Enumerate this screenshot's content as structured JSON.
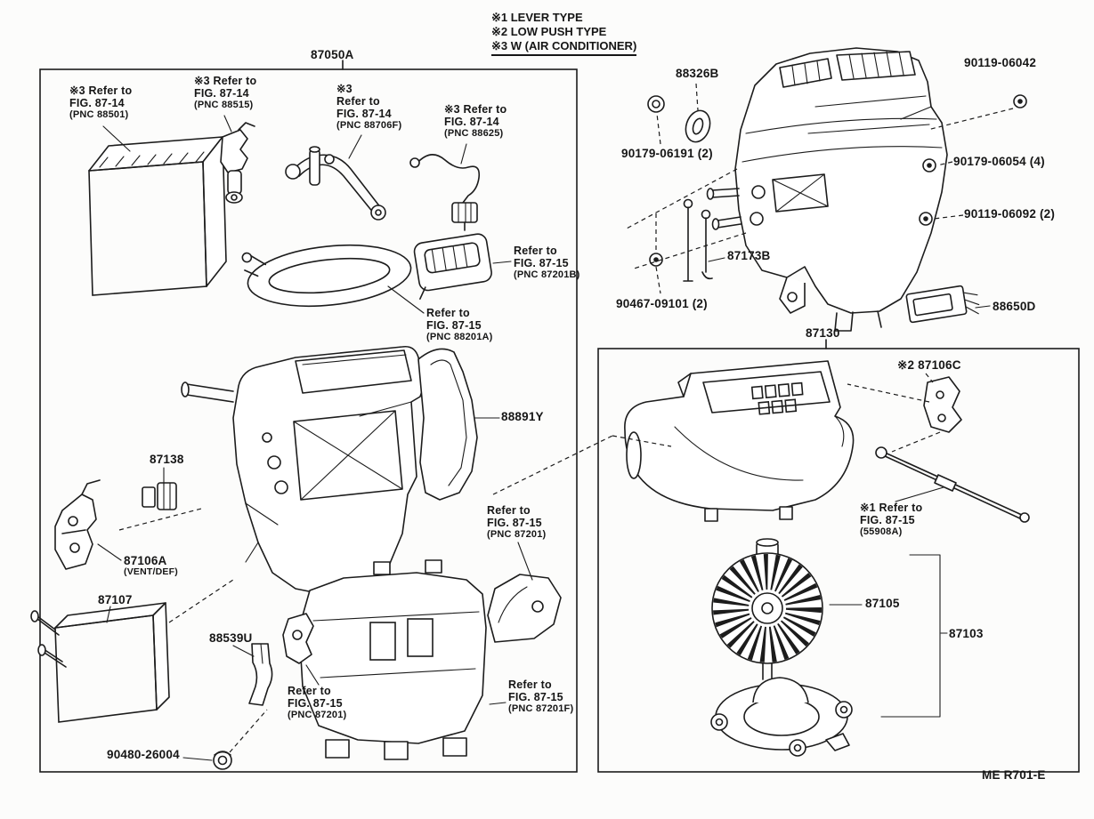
{
  "legend": {
    "item1": "※1 LEVER TYPE",
    "item2": "※2 LOW PUSH TYPE",
    "item3": "※3 W (AIR CONDITIONER)"
  },
  "boxes": {
    "left_assembly": "87050A",
    "right_assembly": "87130"
  },
  "footer": {
    "code": "ME R701-E"
  },
  "callouts": {
    "ref_88501": {
      "line1": "※3 Refer to",
      "line2": "FIG. 87-14",
      "line3": "(PNC 88501)"
    },
    "ref_88515": {
      "line1": "※3 Refer to",
      "line2": "FIG. 87-14",
      "line3": "(PNC 88515)"
    },
    "ref_88706F": {
      "line1": "※3",
      "line2": "Refer to",
      "line3": "FIG. 87-14",
      "line4": "(PNC 88706F)"
    },
    "ref_88625": {
      "line1": "※3 Refer to",
      "line2": "FIG. 87-14",
      "line3": "(PNC 88625)"
    },
    "ref_87201B": {
      "line1": "Refer to",
      "line2": "FIG. 87-15",
      "line3": "(PNC 87201B)"
    },
    "ref_88201A": {
      "line1": "Refer to",
      "line2": "FIG. 87-15",
      "line3": "(PNC 88201A)"
    },
    "part_88891Y": {
      "text": "88891Y"
    },
    "part_87138": {
      "text": "87138"
    },
    "part_87106A": {
      "line1": "87106A",
      "line2": "(VENT/DEF)"
    },
    "part_87107": {
      "text": "87107"
    },
    "part_88539U": {
      "text": "88539U"
    },
    "ref_87201_mid": {
      "line1": "Refer to",
      "line2": "FIG. 87-15",
      "line3": "(PNC 87201)"
    },
    "ref_87201_bottom": {
      "line1": "Refer to",
      "line2": "FIG. 87-15",
      "line3": "(PNC 87201)"
    },
    "ref_87201F": {
      "line1": "Refer to",
      "line2": "FIG. 87-15",
      "line3": "(PNC 87201F)"
    },
    "part_90480_26004": {
      "text": "90480-26004"
    },
    "part_88326B": {
      "text": "88326B"
    },
    "part_90119_06042": {
      "text": "90119-06042"
    },
    "part_90179_06191": {
      "text": "90179-06191 (2)"
    },
    "part_90179_06054": {
      "text": "90179-06054 (4)"
    },
    "part_90119_06092": {
      "text": "90119-06092 (2)"
    },
    "part_87173B": {
      "text": "87173B"
    },
    "part_90467_09101": {
      "text": "90467-09101 (2)"
    },
    "part_88650D": {
      "text": "88650D"
    },
    "part_87106C": {
      "text": "※2 87106C"
    },
    "ref_55908A": {
      "line1": "※1 Refer to",
      "line2": "FIG. 87-15",
      "line3": "(55908A)"
    },
    "part_87105": {
      "text": "87105"
    },
    "part_87103": {
      "text": "87103"
    }
  }
}
